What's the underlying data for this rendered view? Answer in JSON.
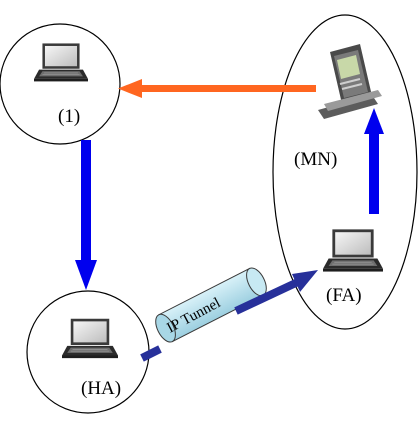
{
  "nodes": {
    "top_left": {
      "label": "(1)"
    },
    "home_agent": {
      "label": "(HA)"
    },
    "foreign_agent": {
      "label": "(FA)"
    },
    "mobile_node": {
      "label": "(MN)"
    }
  },
  "tunnel": {
    "label": "IP Tunnel"
  },
  "colors": {
    "blue_arrow": "#0000ee",
    "orange_arrow": "#ff6620",
    "tunnel_fill": "#b8e3f0",
    "tunnel_arrow": "#27309a"
  }
}
